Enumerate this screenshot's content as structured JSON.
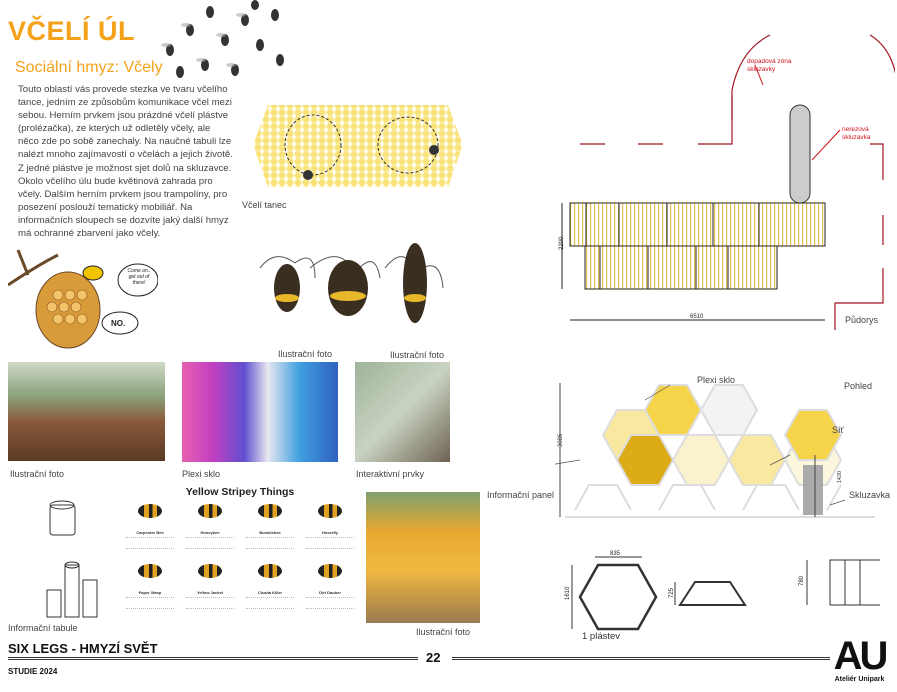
{
  "header": {
    "title": "VČELÍ ÚL",
    "subtitle": "Sociální hmyz: Včely"
  },
  "intro": "Touto oblastí vás provede stezka ve tvaru včelího tance, jedním ze způsobům komunikace včel mezi sebou. Herním prvkem jsou prázdné včelí plástve (prolézačka), ze kterých už odletěly včely, ale něco zde  po sobě zanechaly. Na naučné tabuli lze nalézt mnoho zajímavostí o včelách a jejich životě. Z jedné plástve je možnost sjet dolů na skluzavce. Okolo včelího úlu bude květinová zahrada pro včely. Dalším herním prvkem jsou trampolíny, pro posezení poslouží tematický mobiliář. Na informačních sloupech se dozvíte jaký další hmyz má ochranné zbarvení jako včely.",
  "captions": {
    "dance": "Včelí tanec",
    "foto1": "Ilustrační foto",
    "foto2": "Ilustrační foto",
    "foto3": "Ilustrační foto",
    "plexi": "Plexi sklo",
    "interactive": "Interaktivní prvky",
    "tabule": "Informační tabule",
    "foto4": "Ilustrační foto"
  },
  "cartoon": {
    "bubble1": "Come on.. get out of there!",
    "bubble2": "NO."
  },
  "poster": {
    "title": "Yellow Stripey Things",
    "insects": [
      "Carpenter Bee",
      "Honeybee",
      "Bumblebee",
      "Hoverfly",
      "Paper Wasp",
      "Yellow Jacket",
      "Cicada Killer",
      "Dirt Dauber"
    ]
  },
  "plan": {
    "label": "Půdorys",
    "zone": "dopadová zóna skluzavky",
    "slide": "nerezová skluzavka",
    "dim_width": "6510",
    "dim_depth": "2200"
  },
  "view": {
    "label": "Pohled",
    "plexi": "Plexi sklo",
    "net": "Síť",
    "panel": "Informační panel",
    "slide": "Skluzavka",
    "dim_height": "3085",
    "dim_slide": "1420"
  },
  "details": {
    "caption": "1 plástev",
    "dim_w": "835",
    "dim_h": "1610",
    "dim_trap": "725",
    "dim_box": "780"
  },
  "footer": {
    "title": "SIX LEGS - HMYZÍ SVĚT",
    "subtitle": "STUDIE 2024",
    "page": "22",
    "logo": "AU",
    "logo_name": "Ateliér Unipark"
  },
  "colors": {
    "accent": "#f5a21b",
    "red": "#d0101a",
    "yellow": "#f6d44a"
  }
}
